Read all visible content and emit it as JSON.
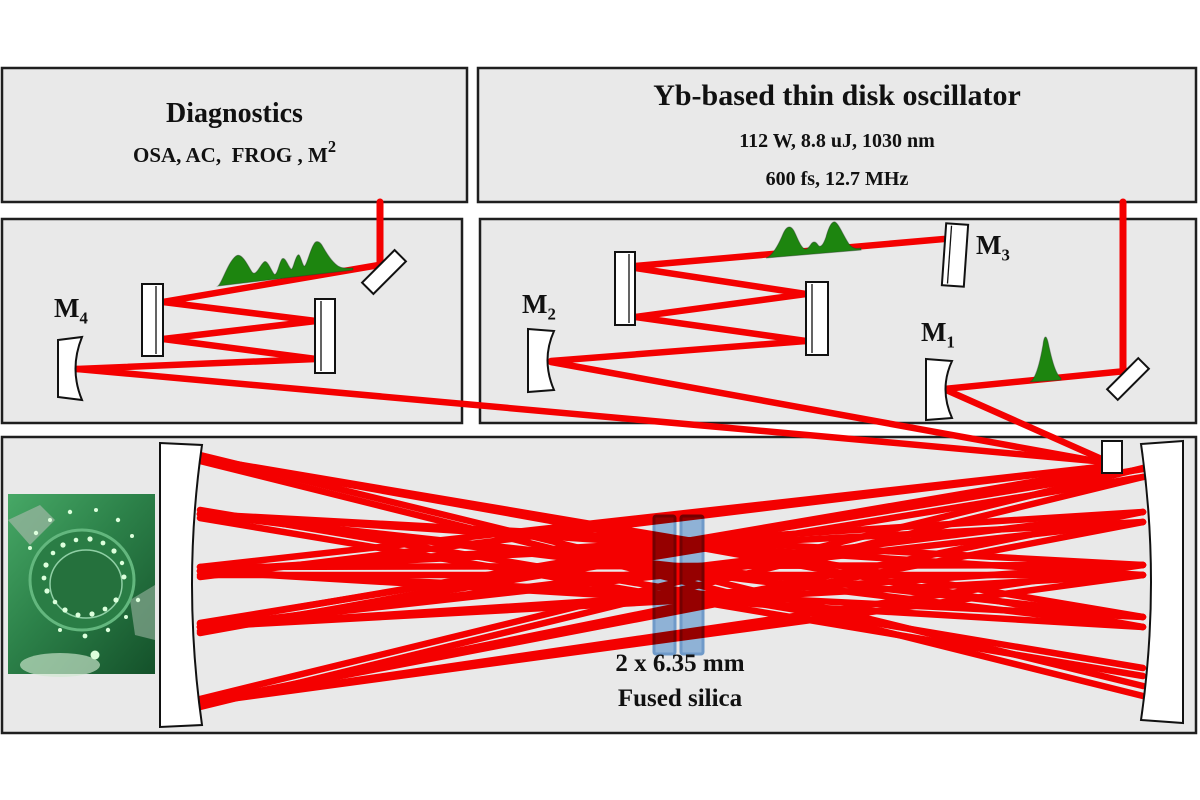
{
  "colors": {
    "panel": "#e9e9e9",
    "panel-border": "#1f1f1f",
    "beam": "#f40000",
    "pulse": "#1d850f",
    "plate": "#8cb8e8",
    "plate-edge": "#79a9dc",
    "photo-green-light": "#3f9e5d",
    "photo-green-dark": "#14512a"
  },
  "panels": {
    "diagnostics": {
      "title": "Diagnostics",
      "instruments": "OSA, AC,  FROG , M",
      "instruments_sup": "2"
    },
    "oscillator": {
      "title": "Yb-based thin disk oscillator",
      "specs1": "112 W, 8.8 uJ, 1030 nm",
      "specs2": "600 fs, 12.7 MHz"
    },
    "cell": {
      "plates1": "2 x 6.35 mm",
      "plates2": "Fused silica"
    }
  },
  "mirror_labels": {
    "m1_base": "M",
    "m1_sub": "1",
    "m2_base": "M",
    "m2_sub": "2",
    "m3_base": "M",
    "m3_sub": "3",
    "m4_base": "M",
    "m4_sub": "4"
  },
  "beams": {
    "default_width": 6.5,
    "segments": [
      [
        380,
        202,
        380,
        266,
        7
      ],
      [
        379,
        265,
        163,
        302
      ],
      [
        163,
        302,
        316,
        321
      ],
      [
        316,
        321,
        163,
        339
      ],
      [
        163,
        339,
        316,
        359
      ],
      [
        316,
        359,
        77,
        369
      ],
      [
        77,
        369,
        1106,
        462
      ],
      [
        1123,
        202,
        1123,
        374,
        7
      ],
      [
        1126,
        371,
        944,
        389
      ],
      [
        944,
        389,
        1106,
        461
      ],
      [
        551,
        362,
        1106,
        463
      ],
      [
        635,
        266,
        944,
        239
      ],
      [
        635,
        268,
        806,
        294
      ],
      [
        806,
        294,
        635,
        317
      ],
      [
        635,
        317,
        806,
        341
      ],
      [
        806,
        341,
        551,
        361
      ],
      [
        200,
        458,
        1143,
        617
      ],
      [
        200,
        458,
        1143,
        627
      ],
      [
        200,
        455,
        1143,
        686
      ],
      [
        200,
        461,
        1143,
        696
      ],
      [
        200,
        514,
        1143,
        565
      ],
      [
        200,
        514,
        1143,
        575
      ],
      [
        200,
        514,
        1143,
        617
      ],
      [
        200,
        514,
        1143,
        627
      ],
      [
        200,
        510,
        1143,
        668
      ],
      [
        200,
        518,
        1143,
        676
      ],
      [
        200,
        571,
        1143,
        512
      ],
      [
        200,
        571,
        1143,
        522
      ],
      [
        200,
        567,
        1143,
        565
      ],
      [
        200,
        575,
        1143,
        575
      ],
      [
        200,
        571,
        1143,
        617
      ],
      [
        200,
        571,
        1143,
        627
      ],
      [
        200,
        623,
        1143,
        469
      ],
      [
        200,
        631,
        1143,
        477
      ],
      [
        200,
        627,
        1143,
        512
      ],
      [
        200,
        627,
        1143,
        522
      ],
      [
        200,
        627,
        1143,
        565
      ],
      [
        200,
        627,
        1143,
        575
      ],
      [
        200,
        699,
        1143,
        468
      ],
      [
        200,
        707,
        1143,
        477
      ],
      [
        200,
        703,
        1143,
        512
      ],
      [
        200,
        703,
        1143,
        522
      ],
      [
        200,
        703,
        1143,
        565
      ],
      [
        200,
        703,
        1143,
        575
      ],
      [
        1108,
        466,
        200,
        567
      ],
      [
        1108,
        466,
        200,
        577
      ],
      [
        1108,
        469,
        200,
        624
      ],
      [
        1108,
        469,
        200,
        633
      ]
    ]
  },
  "photo": {
    "spots": [
      [
        124,
        577,
        2.5
      ],
      [
        122,
        563,
        2.2
      ],
      [
        114,
        551,
        2.6
      ],
      [
        103,
        543,
        2.4
      ],
      [
        90,
        539,
        2.6
      ],
      [
        76,
        540,
        2.3
      ],
      [
        63,
        545,
        2.6
      ],
      [
        53,
        553,
        2.3
      ],
      [
        46,
        565,
        2.6
      ],
      [
        44,
        578,
        2.4
      ],
      [
        47,
        591,
        2.6
      ],
      [
        55,
        602,
        2.3
      ],
      [
        65,
        610,
        2.6
      ],
      [
        78,
        615,
        2.5
      ],
      [
        92,
        614,
        2.6
      ],
      [
        105,
        609,
        2.4
      ],
      [
        116,
        600,
        2.6
      ],
      [
        30,
        548,
        2
      ],
      [
        36,
        533,
        2.2
      ],
      [
        50,
        520,
        2
      ],
      [
        70,
        512,
        2.2
      ],
      [
        96,
        510,
        2
      ],
      [
        118,
        520,
        2.2
      ],
      [
        132,
        536,
        2
      ],
      [
        138,
        600,
        2.2
      ],
      [
        126,
        617,
        2
      ],
      [
        108,
        630,
        2.2
      ],
      [
        85,
        636,
        2.4
      ],
      [
        60,
        630,
        2
      ],
      [
        95,
        655,
        4.5
      ]
    ]
  }
}
